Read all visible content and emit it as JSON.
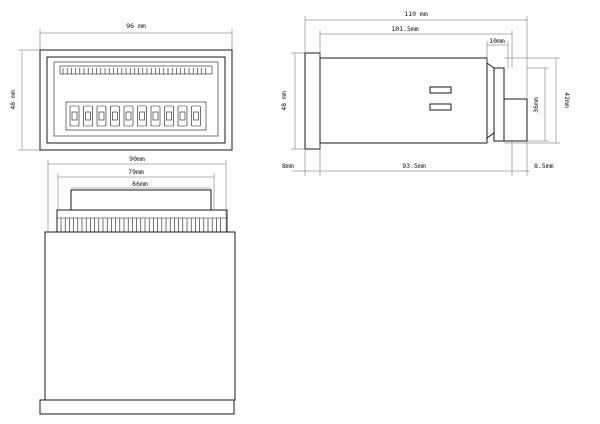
{
  "dimensions": {
    "front_width": "96 mm",
    "front_height": "48 mm",
    "total_length": "110 mm",
    "body_length": "101.5mm",
    "rear_plug": "10mm",
    "side_height": "48 mm",
    "rear_height": "42mm",
    "body_height": "36mm",
    "bezel_depth": "8mm",
    "body_depth": "93.5mm",
    "rear_depth": "8.5mm",
    "top_90": "90mm",
    "top_79": "79mm",
    "top_66": "66mm"
  }
}
